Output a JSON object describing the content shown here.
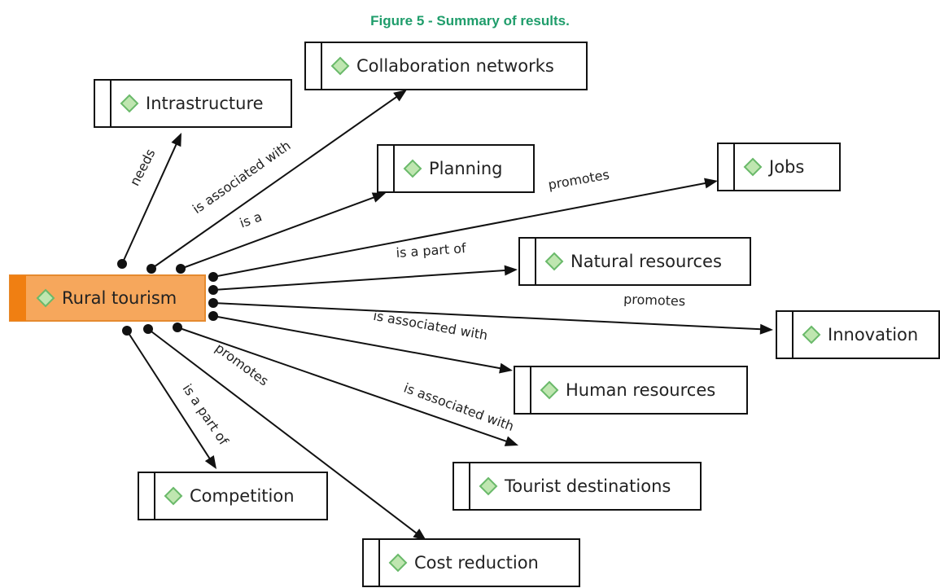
{
  "figure": {
    "title": "Figure 5 - Summary of results."
  },
  "colors": {
    "title": "#1f9d6b",
    "central_fill": "#f6a75c",
    "central_bar": "#f07f12",
    "central_border": "#e58a2f",
    "diamond_fill": "#bfe6b0",
    "diamond_stroke": "#6ab96a",
    "edge": "#111111"
  },
  "icons": {
    "concept": "diamond-icon"
  },
  "central": {
    "id": "rural-tourism",
    "label": "Rural tourism"
  },
  "concepts": [
    {
      "id": "intrastructure",
      "label": "Intrastructure"
    },
    {
      "id": "collaboration-networks",
      "label": "Collaboration networks"
    },
    {
      "id": "planning",
      "label": "Planning"
    },
    {
      "id": "jobs",
      "label": "Jobs"
    },
    {
      "id": "natural-resources",
      "label": "Natural resources"
    },
    {
      "id": "innovation",
      "label": "Innovation"
    },
    {
      "id": "human-resources",
      "label": "Human resources"
    },
    {
      "id": "tourist-destinations",
      "label": "Tourist destinations"
    },
    {
      "id": "competition",
      "label": "Competition"
    },
    {
      "id": "cost-reduction",
      "label": "Cost reduction"
    }
  ],
  "relations": [
    {
      "from": "rural-tourism",
      "to": "intrastructure",
      "label": "needs"
    },
    {
      "from": "rural-tourism",
      "to": "collaboration-networks",
      "label": "is associated with"
    },
    {
      "from": "rural-tourism",
      "to": "planning",
      "label": "is a"
    },
    {
      "from": "rural-tourism",
      "to": "jobs",
      "label": "promotes"
    },
    {
      "from": "rural-tourism",
      "to": "natural-resources",
      "label": "is a part of"
    },
    {
      "from": "rural-tourism",
      "to": "innovation",
      "label": "promotes"
    },
    {
      "from": "rural-tourism",
      "to": "human-resources",
      "label": "is associated with"
    },
    {
      "from": "rural-tourism",
      "to": "tourist-destinations",
      "label": "is associated with"
    },
    {
      "from": "rural-tourism",
      "to": "competition",
      "label": "is a part of"
    },
    {
      "from": "rural-tourism",
      "to": "cost-reduction",
      "label": "promotes"
    }
  ]
}
